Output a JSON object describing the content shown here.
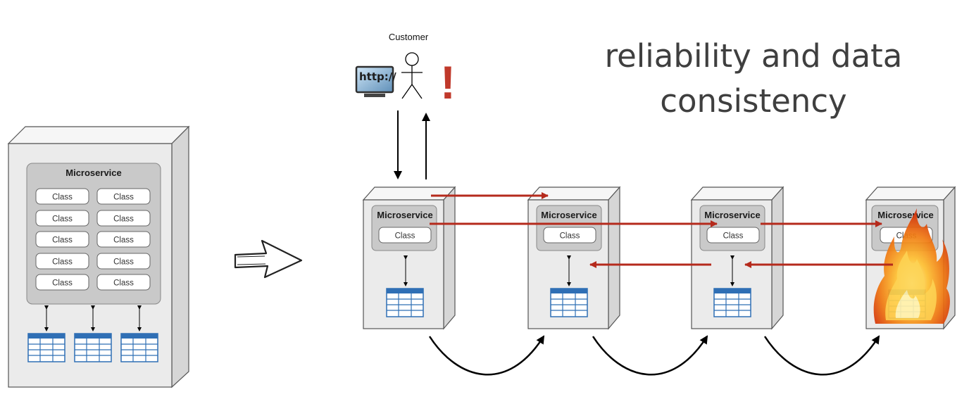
{
  "headline": {
    "line1": "reliability and data",
    "line2": "consistency"
  },
  "monolith": {
    "title": "Microservice",
    "class_labels": [
      "Class",
      "Class",
      "Class",
      "Class",
      "Class",
      "Class",
      "Class",
      "Class",
      "Class",
      "Class"
    ]
  },
  "customer": {
    "label": "Customer",
    "browser_text": "http://",
    "alert_glyph": "!"
  },
  "services": [
    {
      "title": "Microservice",
      "class_label": "Class",
      "state": "ok"
    },
    {
      "title": "Microservice",
      "class_label": "Class",
      "state": "ok"
    },
    {
      "title": "Microservice",
      "class_label": "Class",
      "state": "ok"
    },
    {
      "title": "Microservice",
      "class_label": "Class",
      "state": "failed"
    }
  ],
  "colors": {
    "call_arrow": "#b52a1c",
    "alert": "#c0392b",
    "db": "#2f6fb5",
    "server_face": "#ebebeb",
    "panel": "#c9c9c9"
  },
  "icons": [
    "arrow-right-outline-icon",
    "person-icon",
    "browser-monitor-icon",
    "database-table-icon",
    "fire-icon"
  ]
}
